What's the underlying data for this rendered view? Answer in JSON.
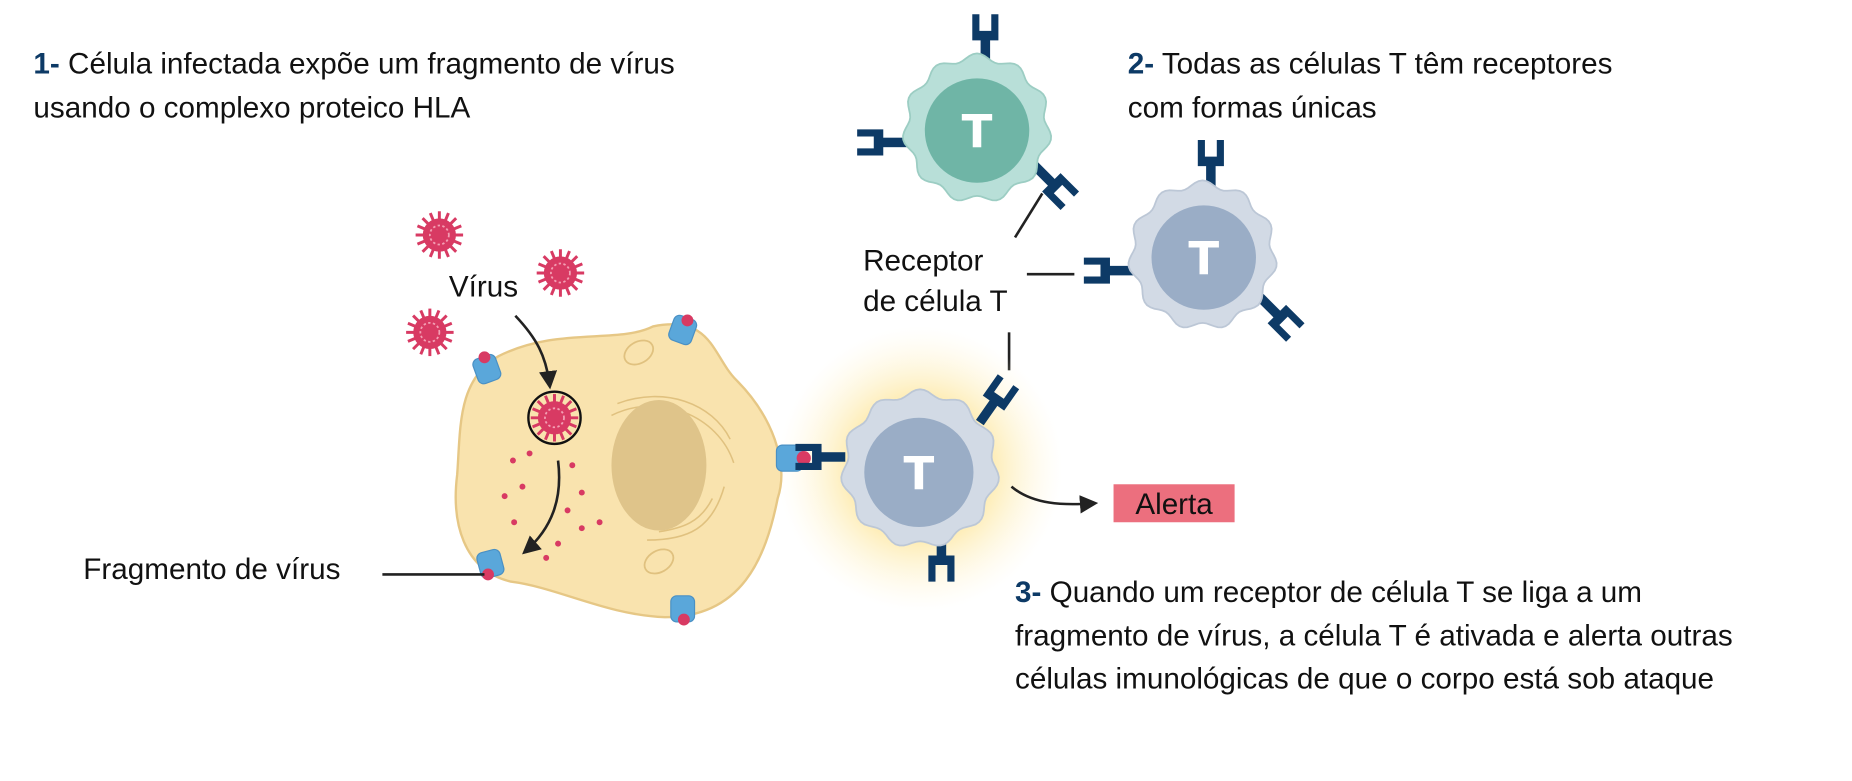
{
  "step1": {
    "number": "1-",
    "line1": " Célula infectada expõe um fragmento de vírus",
    "line2": "usando o complexo proteico HLA"
  },
  "step2": {
    "number": "2-",
    "line1": " Todas as células T têm receptores",
    "line2": "com formas únicas"
  },
  "step3": {
    "number": "3-",
    "line1": " Quando um receptor de célula T se liga a um",
    "line2": "fragmento de vírus, a célula T é ativada e alerta outras",
    "line3": "células imunológicas de que o corpo está sob ataque"
  },
  "labels": {
    "virus": "Vírus",
    "fragment": "Fragmento de vírus",
    "receptor_line1": "Receptor",
    "receptor_line2": "de célula T",
    "alert": "Alerta",
    "t_cell": "T"
  },
  "colors": {
    "receptor": "#0d3a66",
    "hla": "#5aa7da",
    "virus": "#d83a63",
    "alert": "#ec6f7e",
    "infected_cell": "#f9e3ae",
    "teal_cell": "#6fb5a6",
    "grey_cell": "#9aadc6"
  }
}
